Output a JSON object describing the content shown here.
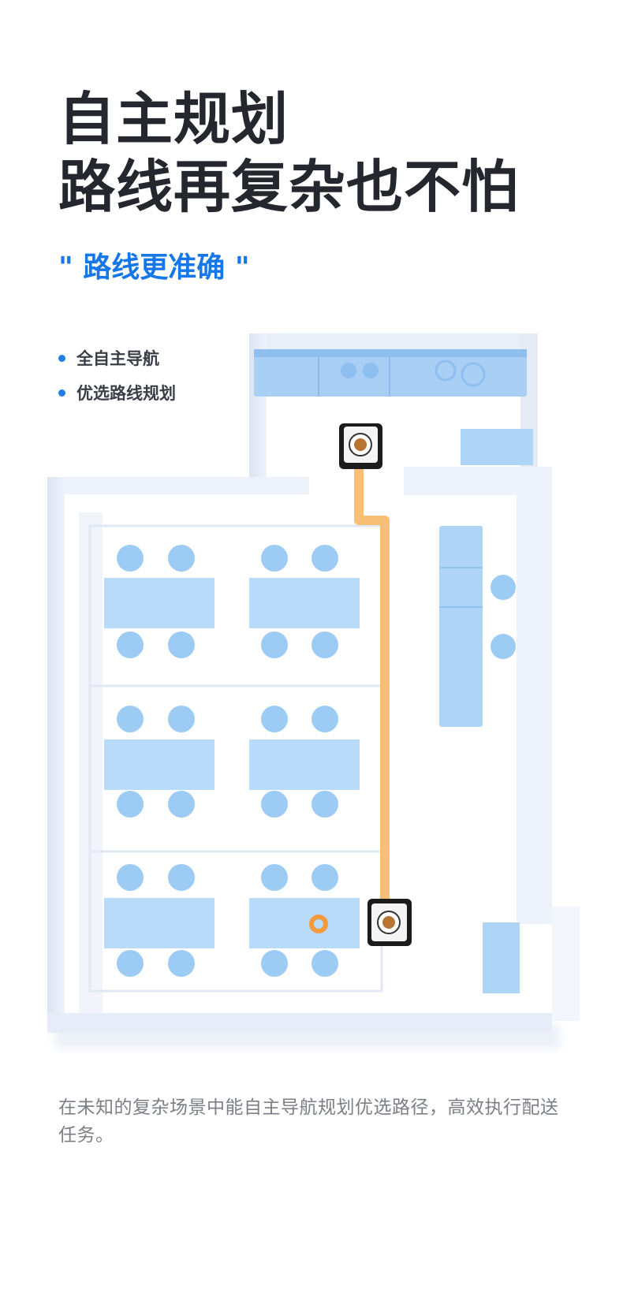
{
  "headline": {
    "line1": "自主规划",
    "line2": "路线再复杂也不怕"
  },
  "tagline": "\" 路线更准确 \"",
  "features": [
    "全自主导航",
    "优选路线规划"
  ],
  "description": "在未知的复杂场景中能自主导航规划优选路径，高效执行配送任务。",
  "colors": {
    "headline": "#24272d",
    "accent": "#1677e8",
    "body_text": "#7c7f86",
    "wall": "#e4ebf7",
    "furniture": "#aed4f6",
    "path": "#f7b867",
    "robot": "#1c1c1c"
  },
  "map": {
    "icons": [
      "robot-icon",
      "table-icon",
      "chair-icon",
      "kitchen-counter-icon",
      "route-path-icon"
    ]
  }
}
